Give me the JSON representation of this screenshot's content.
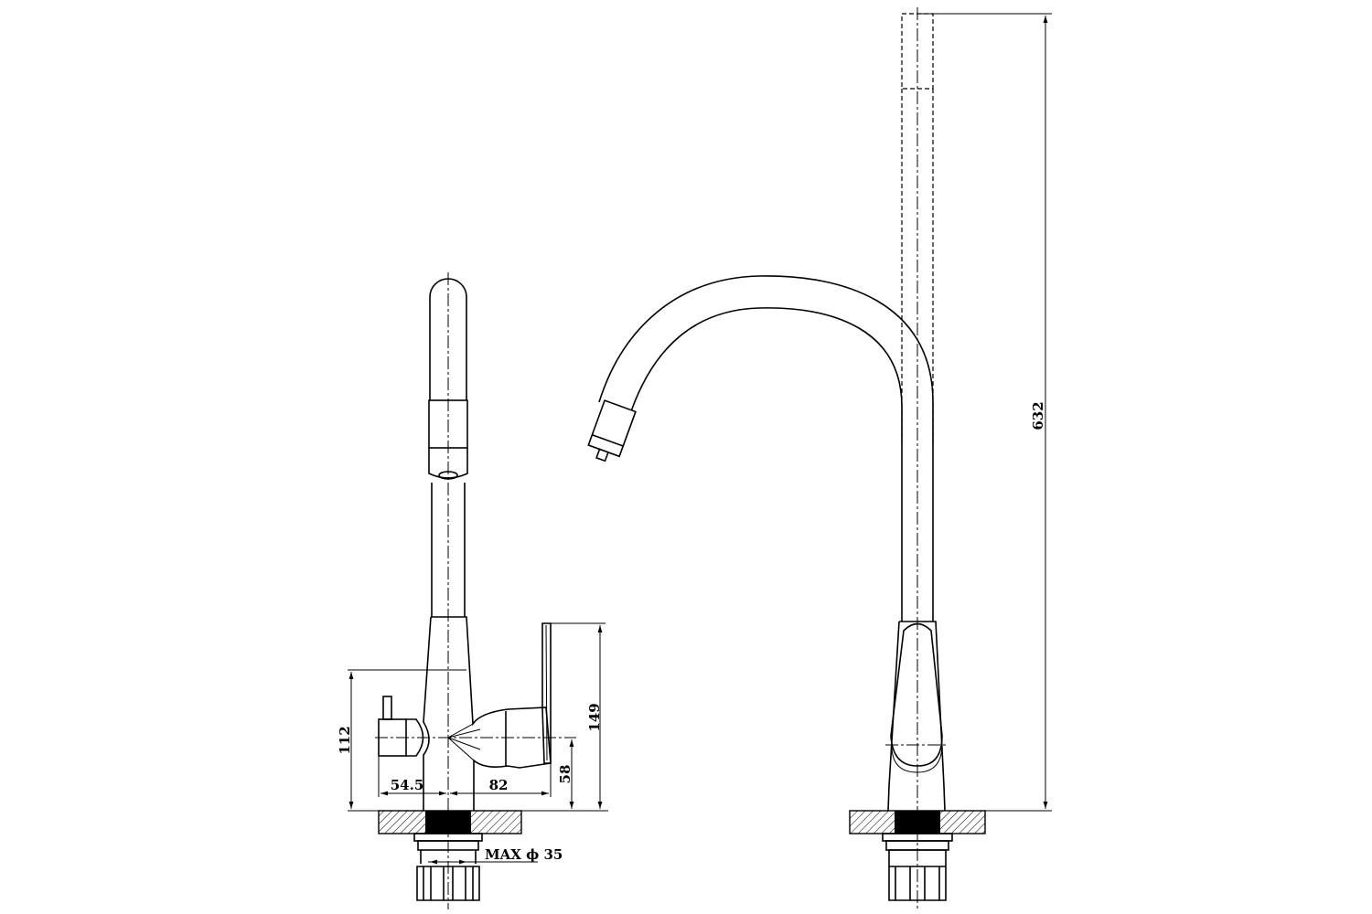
{
  "side_view": {
    "dim_height_to_body": "112",
    "dim_left_offset": "54.5",
    "dim_right_offset": "82",
    "dim_axis_height": "58",
    "dim_handle_height": "149",
    "dim_max_hole": "MAX ϕ 35"
  },
  "front_view": {
    "dim_total_height": "632"
  }
}
